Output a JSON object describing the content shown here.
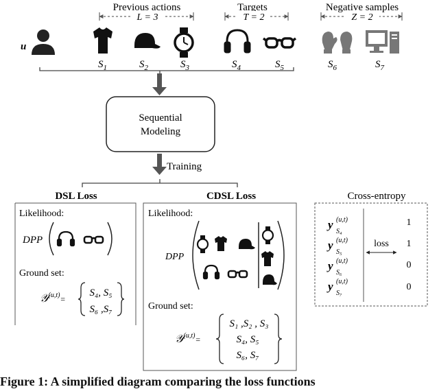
{
  "top": {
    "u_label": "u",
    "previous_actions": "Previous actions",
    "L_label": "L = 3",
    "targets": "Targets",
    "T_label": "T = 2",
    "negative_samples": "Negative samples",
    "Z_label": "Z = 2",
    "item_labels": [
      "S",
      "S",
      "S",
      "S",
      "S",
      "S",
      "S"
    ],
    "item_subs": [
      "1",
      "2",
      "3",
      "4",
      "5",
      "6",
      "7"
    ]
  },
  "model_box": {
    "line1": "Sequential",
    "line2": "Modeling"
  },
  "training_label": "Training",
  "dsl": {
    "title": "DSL Loss",
    "likelihood": "Likelihood:",
    "dpp": "DPP",
    "ground_set": "Ground set:",
    "set_row1": "S₄, S₅",
    "set_row2": "S₆ ,S₇"
  },
  "cdsl": {
    "title": "CDSL Loss",
    "likelihood": "Likelihood:",
    "dpp": "DPP",
    "ground_set": "Ground set:",
    "set_row1": "S₁ ,S₂ , S₃",
    "set_row2": "S₄, S₅",
    "set_row3": "S₆, S₇"
  },
  "cross_entropy": {
    "title": "Cross-entropy",
    "loss_label": "loss",
    "rows": [
      {
        "y": "y",
        "sup": "(u,t)",
        "sub": "S₄",
        "value": "1"
      },
      {
        "y": "y",
        "sup": "(u,t)",
        "sub": "S₅",
        "value": "1"
      },
      {
        "y": "y",
        "sup": "(u,t)",
        "sub": "S₆",
        "value": "0"
      },
      {
        "y": "y",
        "sup": "(u,t)",
        "sub": "S₇",
        "value": "0"
      }
    ]
  },
  "ground_symbol": "𝒴",
  "ground_sup": "(u,t)",
  "equals": "=",
  "caption": "Figure 1: A simplified diagram comparing the loss functions"
}
